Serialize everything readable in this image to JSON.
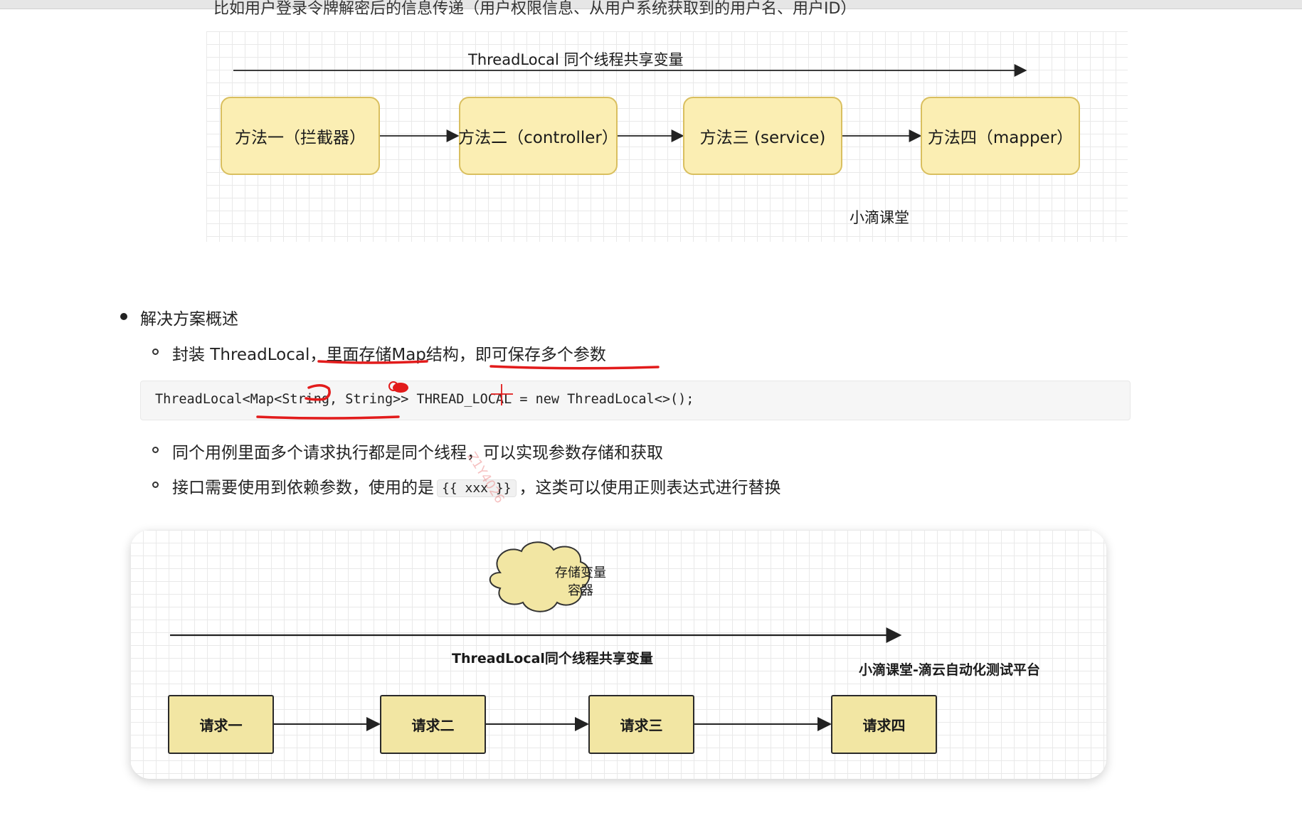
{
  "top_cut_text": "比如用户登录令牌解密后的信息传递（用户权限信息、从用户系统获取到的用户名、用户ID）",
  "diagram1": {
    "arrow_label": "ThreadLocal 同个线程共享变量",
    "boxes": [
      "方法一（拦截器）",
      "方法二（controller）",
      "方法三 (service)",
      "方法四（mapper）"
    ],
    "brand": "小滴课堂"
  },
  "section": {
    "heading": "解决方案概述",
    "item1_prefix": "封装 ThreadLocal，",
    "item1_mid": "里面存储Map结构，",
    "item1_suffix": "即可保存多个参数",
    "code": "ThreadLocal<Map<String, String>> THREAD_LOCAL = new ThreadLocal<>();",
    "item2": "同个用例里面多个请求执行都是同个线程，可以实现参数存储和获取",
    "item3_prefix": "接口需要使用到依赖参数，使用的是",
    "item3_code": "{{ xxx }}",
    "item3_suffix": "，这类可以使用正则表达式进行替换"
  },
  "diagram2": {
    "cloud_label_line1": "存储变量",
    "cloud_label_line2": "容器",
    "arrow_label": "ThreadLocal同个线程共享变量",
    "brand": "小滴课堂-滴云自动化测试平台",
    "boxes": [
      "请求一",
      "请求二",
      "请求三",
      "请求四"
    ]
  },
  "watermark": "Z1Y4026"
}
